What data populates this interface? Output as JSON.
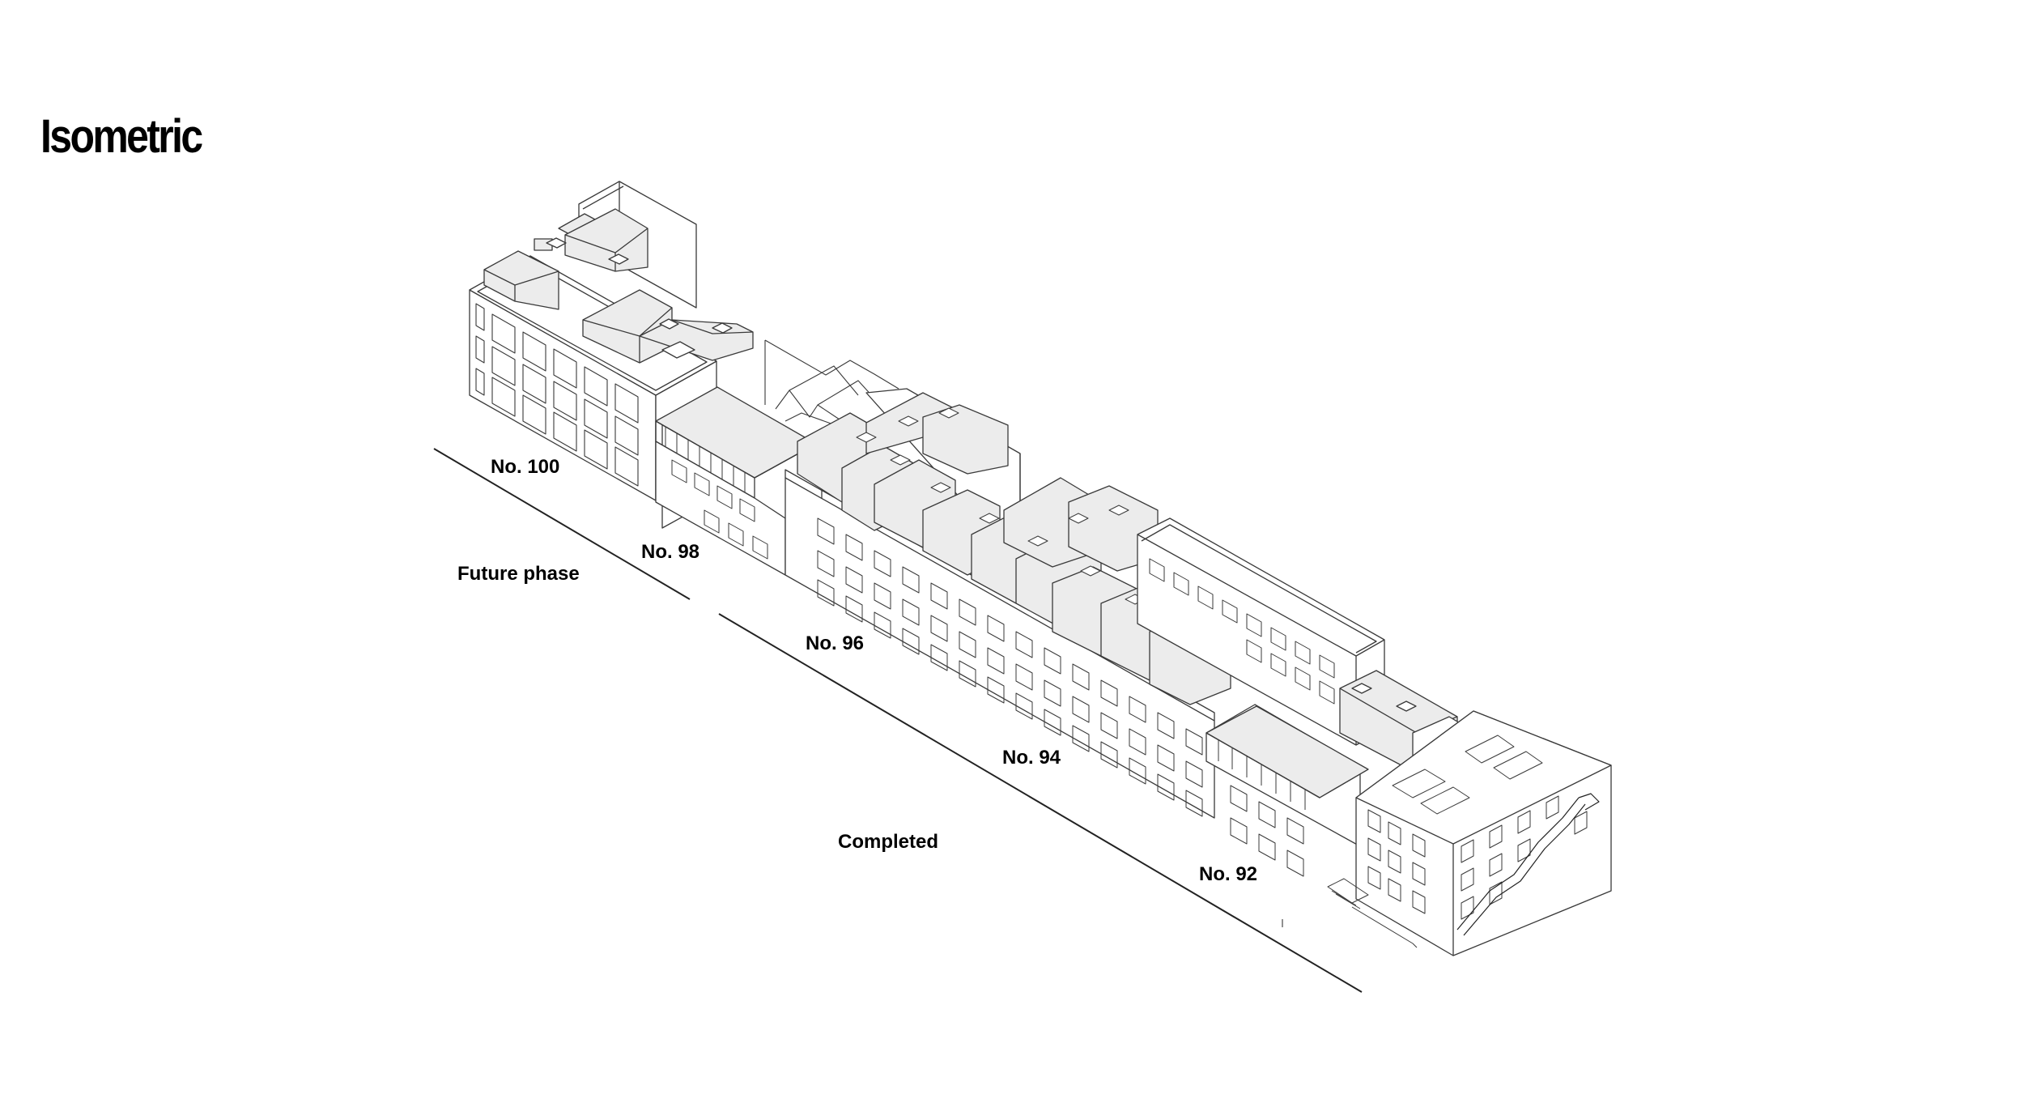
{
  "title": "Isometric",
  "labels": {
    "no100": "No. 100",
    "no98": "No. 98",
    "no96": "No. 96",
    "no94": "No. 94",
    "no92": "No. 92",
    "future_phase": "Future phase",
    "completed": "Completed"
  },
  "colors": {
    "line": "#3a3a3a",
    "roof_fill": "#ececec",
    "background": "#ffffff",
    "text": "#000000"
  }
}
